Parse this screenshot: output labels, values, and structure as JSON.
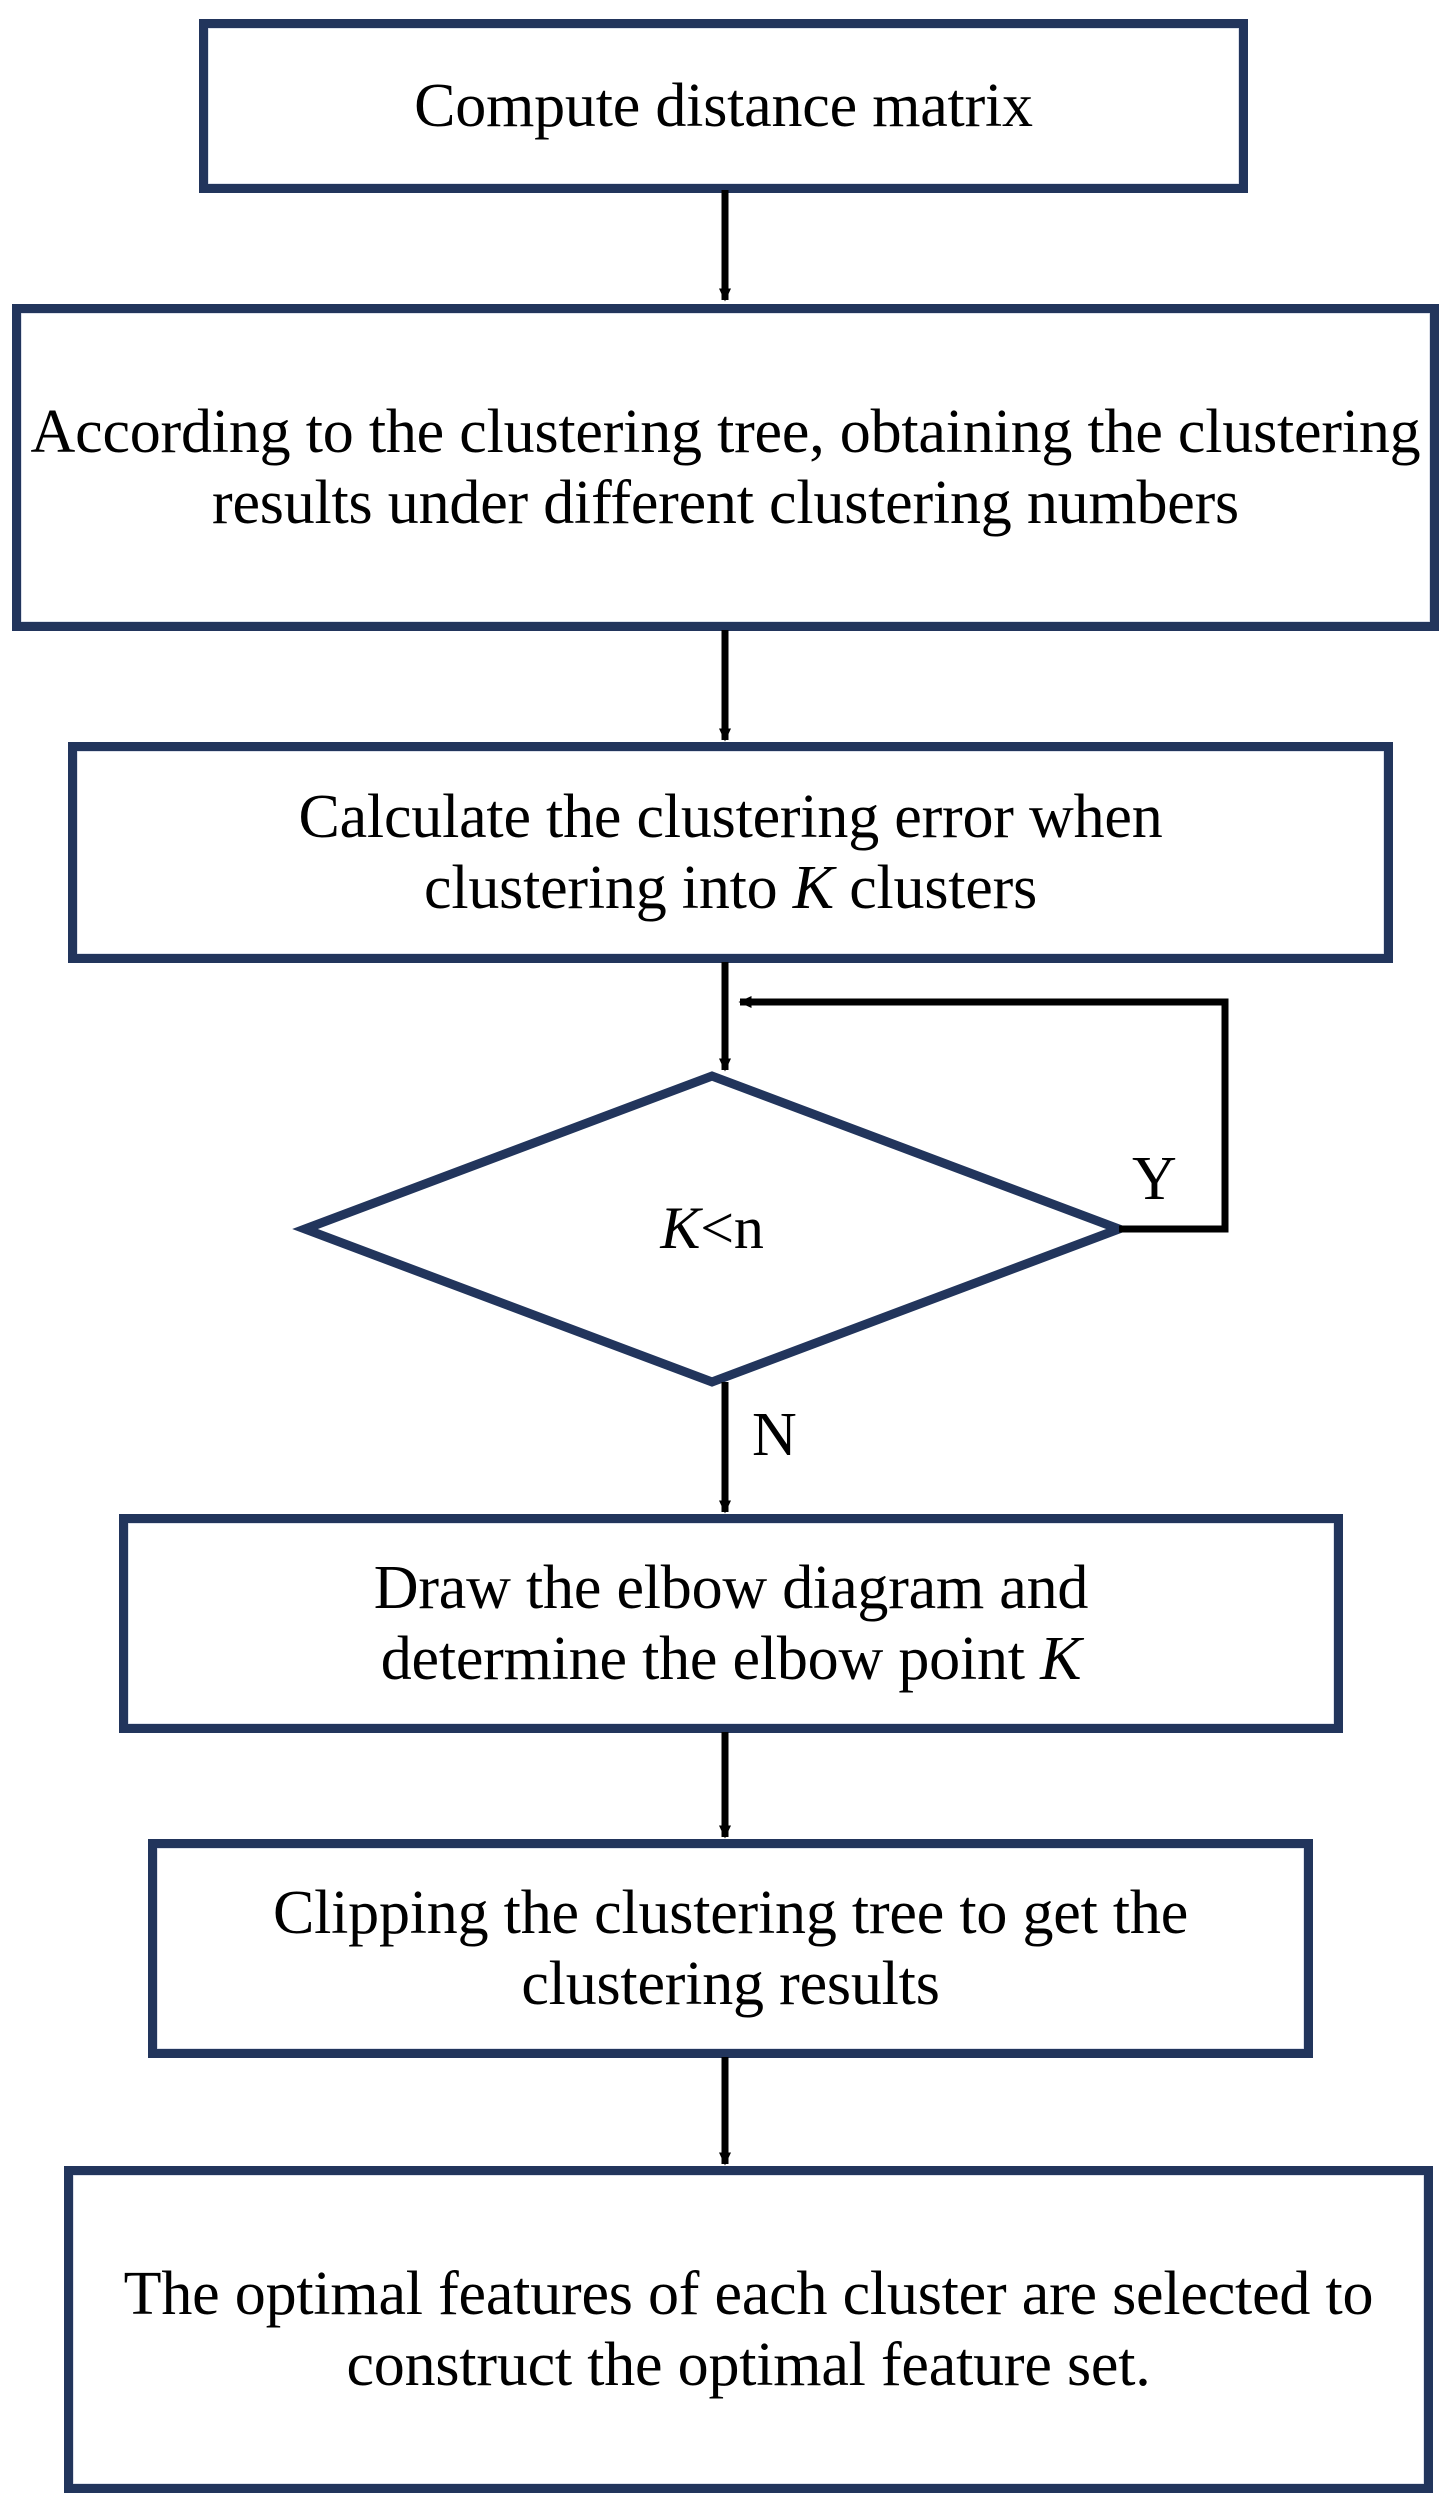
{
  "diagram": {
    "title": "Clustering-based optimal feature set construction flowchart",
    "colors": {
      "box_border": "#22355c",
      "box_border_inner": "#b8c2d6",
      "box_fill": "#ffffff",
      "arrow": "#000000",
      "text": "#000000",
      "background": "#ffffff"
    },
    "nodes": [
      {
        "id": "compute-distance-matrix",
        "shape": "process",
        "lines": [
          "Compute distance matrix"
        ],
        "text": "Compute distance matrix"
      },
      {
        "id": "obtain-clustering-results",
        "shape": "process",
        "lines": [
          "According to the clustering tree,",
          "obtaining the clustering results under",
          "different clustering numbers"
        ],
        "text": "According to the clustering tree, obtaining the clustering results under different clustering numbers"
      },
      {
        "id": "calculate-clustering-error",
        "shape": "process",
        "lines": [
          "Calculate the clustering error when",
          "clustering into K clusters"
        ],
        "text": "Calculate the clustering error when clustering into K clusters",
        "italic_tokens": [
          "K"
        ]
      },
      {
        "id": "k-less-than-n",
        "shape": "decision",
        "lines": [
          "K<n"
        ],
        "text": "K<n",
        "italic_tokens": [
          "K"
        ]
      },
      {
        "id": "draw-elbow-diagram",
        "shape": "process",
        "lines": [
          "Draw the elbow diagram and",
          "determine the elbow point K"
        ],
        "text": "Draw the elbow diagram and determine the elbow point K",
        "italic_tokens": [
          "K"
        ]
      },
      {
        "id": "clip-clustering-tree",
        "shape": "process",
        "lines": [
          "Clipping the clustering tree to",
          "get the clustering results"
        ],
        "text": "Clipping the clustering tree to get the clustering results"
      },
      {
        "id": "optimal-feature-set",
        "shape": "process",
        "lines": [
          "The optimal features of each cluster",
          "are selected to construct the optimal",
          "feature set."
        ],
        "text": "The optimal features of each cluster are selected to construct the optimal feature set."
      }
    ],
    "edge_labels": {
      "yes": "Y",
      "no": "N"
    },
    "edges": [
      {
        "from": "compute-distance-matrix",
        "to": "obtain-clustering-results",
        "label": ""
      },
      {
        "from": "obtain-clustering-results",
        "to": "calculate-clustering-error",
        "label": ""
      },
      {
        "from": "calculate-clustering-error",
        "to": "k-less-than-n",
        "label": ""
      },
      {
        "from": "k-less-than-n",
        "to": "calculate-clustering-error",
        "label": "Y"
      },
      {
        "from": "k-less-than-n",
        "to": "draw-elbow-diagram",
        "label": "N"
      },
      {
        "from": "draw-elbow-diagram",
        "to": "clip-clustering-tree",
        "label": ""
      },
      {
        "from": "clip-clustering-tree",
        "to": "optimal-feature-set",
        "label": ""
      }
    ]
  }
}
